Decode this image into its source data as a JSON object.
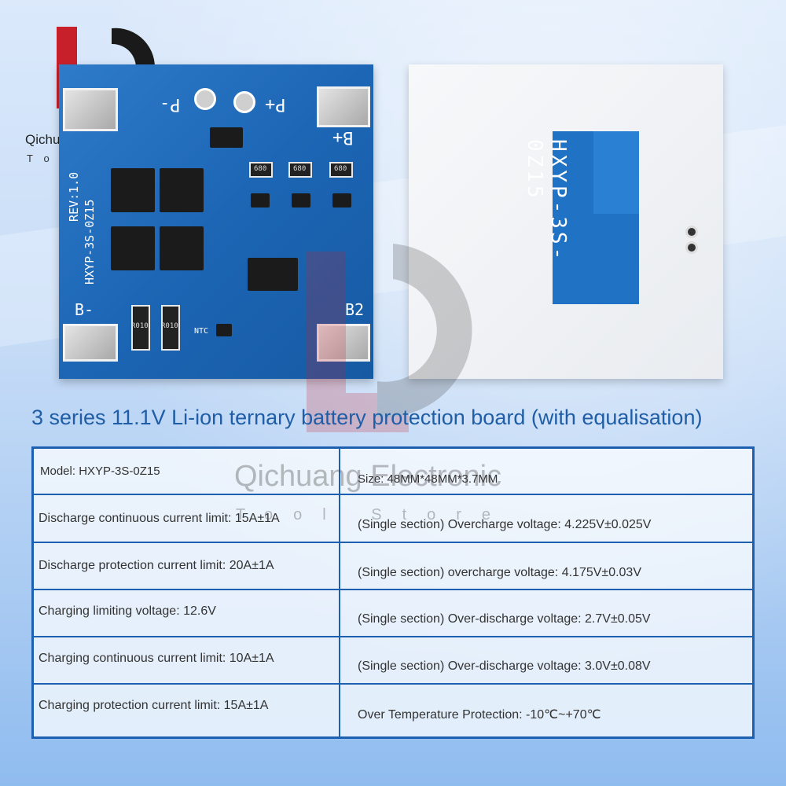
{
  "brand": {
    "name": "Qichuang Electronic",
    "sub": "Tool Store"
  },
  "board_front": {
    "silk_p_minus": "P-",
    "silk_p_plus": "P+",
    "silk_b_plus": "B+",
    "silk_b_minus": "B-",
    "silk_b2": "B2",
    "silk_model": "HXYP-3S-0Z15",
    "silk_rev": "REV:1.0",
    "silk_ntc": "NTC",
    "resistor_1": "R010",
    "resistor_2": "R010",
    "smd_1": "680",
    "smd_2": "680",
    "smd_3": "680"
  },
  "board_back": {
    "silk_model": "HXYP-3S-0Z15"
  },
  "title": "3 series 11.1V Li-ion ternary battery protection board (with equalisation)",
  "specs": {
    "left": [
      "Model: HXYP-3S-0Z15",
      "Discharge continuous current limit: 15A±1A",
      "Discharge protection current limit: 20A±1A",
      "Charging limiting voltage: 12.6V",
      "Charging continuous current limit: 10A±1A",
      "Charging protection current limit: 15A±1A"
    ],
    "right": [
      "Size: 48MM*48MM*3.7MM",
      "(Single section) Overcharge voltage: 4.225V±0.025V",
      "(Single section) overcharge voltage: 4.175V±0.03V",
      "(Single section) Over-discharge voltage: 2.7V±0.05V",
      "(Single section) Over-discharge voltage: 3.0V±0.08V",
      "Over Temperature Protection: -10℃~+70℃"
    ]
  },
  "watermark": {
    "text": "Qichuang Electronic",
    "sub": "Tool Store"
  },
  "colors": {
    "brand_blue": "#1d5fb0",
    "logo_red": "#c8202a",
    "pcb_blue": "#1c66b5"
  }
}
